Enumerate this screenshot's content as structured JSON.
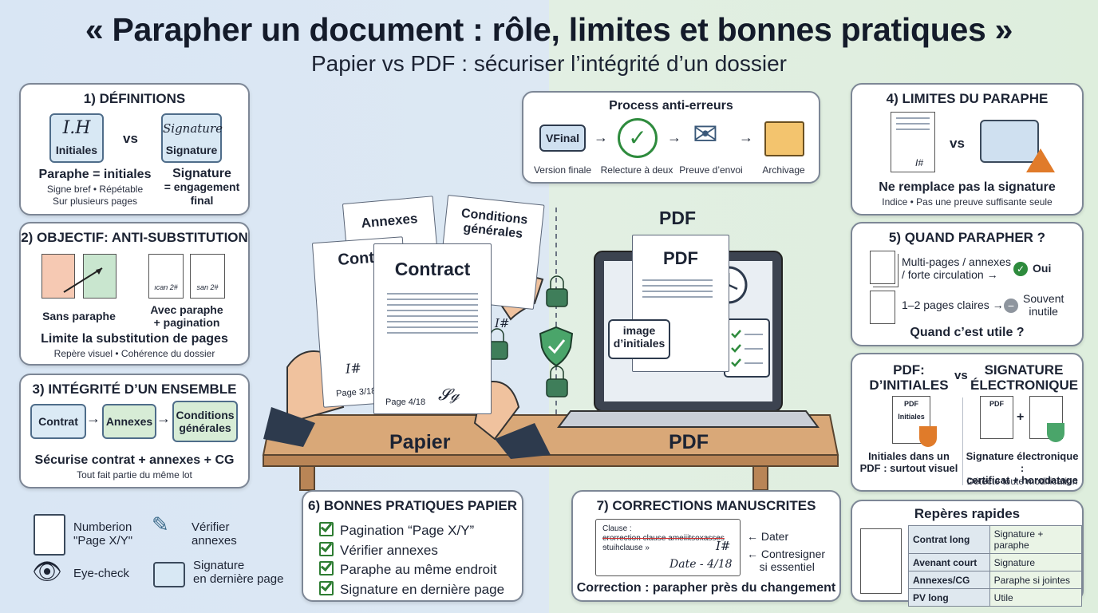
{
  "header": {
    "title": "« Parapher un document : rôle, limites et bonnes pratiques »",
    "subtitle": "Papier vs PDF : sécuriser l’intégrité d’un dossier"
  },
  "card1": {
    "title": "1) DÉFINITIONS",
    "initials_mark": "I.H",
    "initials_label": "Initiales",
    "vs": "vs",
    "signature_mark": "Signature",
    "signature_label": "Signature",
    "left_bold": "Paraphe = initiales",
    "left_sub1": "Signe bref • Répétable",
    "left_sub2": "Sur plusieurs pages",
    "right_bold1": "Signature",
    "right_bold2": "= engagement",
    "right_bold3": "final"
  },
  "card2": {
    "title": "2) OBJECTIF: ANTI-SUBSTITUTION",
    "doc_mark1": "ıcan 2#",
    "doc_mark2": "san 2#",
    "left_label": "Sans paraphe",
    "right_label1": "Avec paraphe",
    "right_label2": "+ pagination",
    "bold": "Limite la substitution de pages",
    "sub": "Repère visuel • Cohérence du dossier"
  },
  "card3": {
    "title": "3) INTÉGRITÉ D’UN ENSEMBLE",
    "box1": "Contrat",
    "box2": "Annexes",
    "box3a": "Conditions",
    "box3b": "générales",
    "bold": "Sécurise contrat + annexes + CG",
    "sub": "Tout fait partie du même lot"
  },
  "legend": {
    "numbering1": "Numberion",
    "numbering2": "\"Page X/Y\"",
    "verify1": "Vérifier",
    "verify2": "annexes",
    "eye": "Eye-check",
    "sig1": "Signature",
    "sig2": "en dernière page"
  },
  "process": {
    "title": "Process anti-erreurs",
    "badge": "VFinal",
    "step1": "Version finale",
    "step2": "Relecture à deux",
    "step3": "Preuve d’envoi",
    "step4": "Archivage"
  },
  "scene": {
    "doc_annexes": "Annexes",
    "doc_conditions1": "Conditions",
    "doc_conditions2": "générales",
    "doc_contract_back": "Cont",
    "doc_contract": "Contract",
    "page_back": "Page 3/18",
    "page_front": "Page 4/18",
    "initials_back": "I#",
    "initials_hand": "I#",
    "paper_label": "Papier",
    "pdf_top": "PDF",
    "pdf_doc": "PDF",
    "image_initials1": "image",
    "image_initials2": "d’initiales",
    "pdf_label": "PDF"
  },
  "card4": {
    "title": "4) LIMITES DU PARAPHE",
    "doc_mark": "I#",
    "vs": "vs",
    "bold": "Ne remplace pas la signature",
    "sub": "Indice • Pas une preuve suffisante seule"
  },
  "card5": {
    "title": "5) QUAND PARAPHER ?",
    "row1a": "Multi-pages / annexes",
    "row1b": "/ forte circulation",
    "row1_result": "Oui",
    "row2": "1–2 pages claires",
    "row2_result1": "Souvent",
    "row2_result2": "inutile",
    "bold": "Quand c’est utile ?"
  },
  "card_pdf": {
    "left_title1": "PDF:",
    "left_title2": "D’INITIALES",
    "vs": "vs",
    "right_title1": "SIGNATURE",
    "right_title2": "ÉLECTRONIQUE",
    "left_doc1": "PDF",
    "left_doc2": "Initiales",
    "right_doc": "PDF",
    "plus": "+",
    "left_bold1": "Initiales dans un",
    "left_bold2": "PDF : surtout visuel",
    "right_bold1": "Signature électronique :",
    "right_bold2": "certificat + horodatage",
    "right_sub": "Détecte toute modification"
  },
  "card6": {
    "title": "6) BONNES PRATIQUES PAPIER",
    "items": [
      "Pagination “Page X/Y”",
      "Vérifier annexes",
      "Paraphe au même endroit",
      "Signature en dernière page"
    ]
  },
  "card7": {
    "title": "7) CORRECTIONS MANUSCRITES",
    "clause": "Clause :",
    "strike": "erorrection clause ameiiitsoxasses",
    "line3": "ɘtuihclause »",
    "initials": "I#",
    "date_hand": "Date - 4/18",
    "arrow1": "Dater",
    "arrow2a": "Contresigner",
    "arrow2b": "si essentiel",
    "bold": "Correction : parapher près du changement"
  },
  "reperes": {
    "title": "Repères rapides",
    "rows": [
      [
        "Contrat long",
        "Signature + paraphe"
      ],
      [
        "Avenant court",
        "Signature"
      ],
      [
        "Annexes/CG",
        "Paraphe si jointes"
      ],
      [
        "PV long",
        "Utile"
      ]
    ]
  },
  "colors": {
    "green": "#2e8b3d",
    "blue_bg": "#d9e6f4",
    "green_bg": "#e0eee0",
    "orange": "#e07b2a",
    "lock": "#3f7e5a"
  }
}
